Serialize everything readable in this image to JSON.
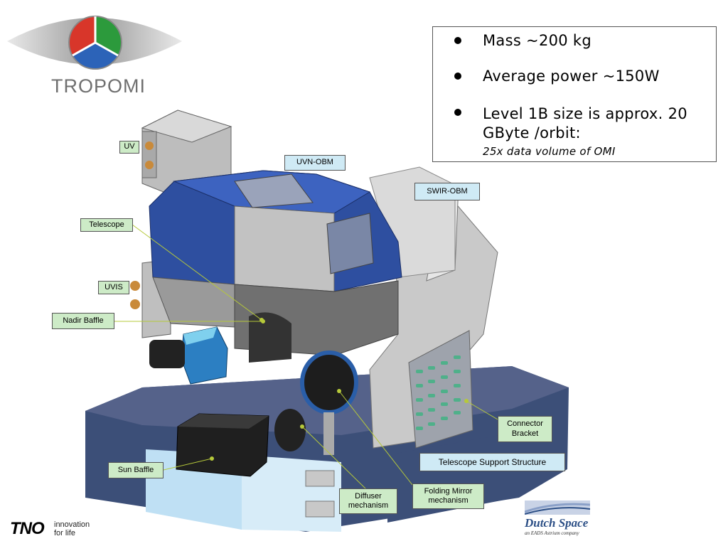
{
  "header": {
    "logo_text": "TROPOMI"
  },
  "specs": {
    "bullets": [
      {
        "line1": "Mass ~200 kg"
      },
      {
        "line1": "Average power ~150W"
      },
      {
        "line1": "Level 1B size is approx. 20",
        "line2": "GByte /orbit:",
        "note": "25x data volume of OMI"
      }
    ]
  },
  "callouts": {
    "uv": "UV",
    "uvn_obm": "UVN-OBM",
    "swir_obm": "SWIR-OBM",
    "telescope": "Telescope",
    "uvis": "UVIS",
    "nadir_baffle": "Nadir Baffle",
    "connector_bracket_1": "Connector",
    "connector_bracket_2": "Bracket",
    "telescope_support": "Telescope Support Structure",
    "sun_baffle": "Sun Baffle",
    "diffuser_1": "Diffuser",
    "diffuser_2": "mechanism",
    "folding_mirror_1": "Folding Mirror",
    "folding_mirror_2": "mechanism"
  },
  "footer": {
    "tno_logo": "TNO",
    "tno_tagline_1": "innovation",
    "tno_tagline_2": "for life",
    "dutch_space_name": "Dutch Space",
    "dutch_space_sub": "an EADS Astrium company"
  },
  "colors": {
    "instrument_blue": "#2e4fa0",
    "callout_green": "#cdebc7",
    "callout_blue": "#cfeaf5",
    "leader_line": "#b6c93a"
  }
}
